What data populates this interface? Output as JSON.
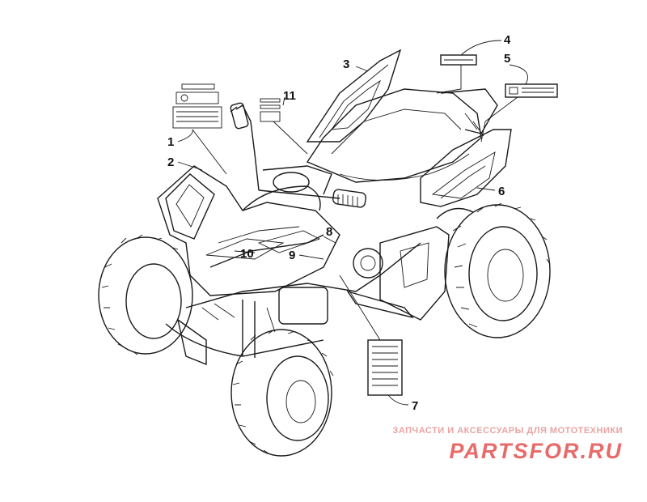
{
  "callouts": [
    {
      "num": "1"
    },
    {
      "num": "2"
    },
    {
      "num": "3"
    },
    {
      "num": "4"
    },
    {
      "num": "5"
    },
    {
      "num": "6"
    },
    {
      "num": "7"
    },
    {
      "num": "8"
    },
    {
      "num": "9"
    },
    {
      "num": "10"
    },
    {
      "num": "11"
    }
  ],
  "watermark": {
    "tagline": "ЗАПЧАСТИ И АКСЕССУАРЫ ДЛЯ МОТОТЕХНИКИ",
    "brand": "PARTSFOR.RU"
  },
  "colors": {
    "ink": "#1a1a1a",
    "watermark_light": "#e9a3a3",
    "watermark_brand": "#e86a6a"
  }
}
